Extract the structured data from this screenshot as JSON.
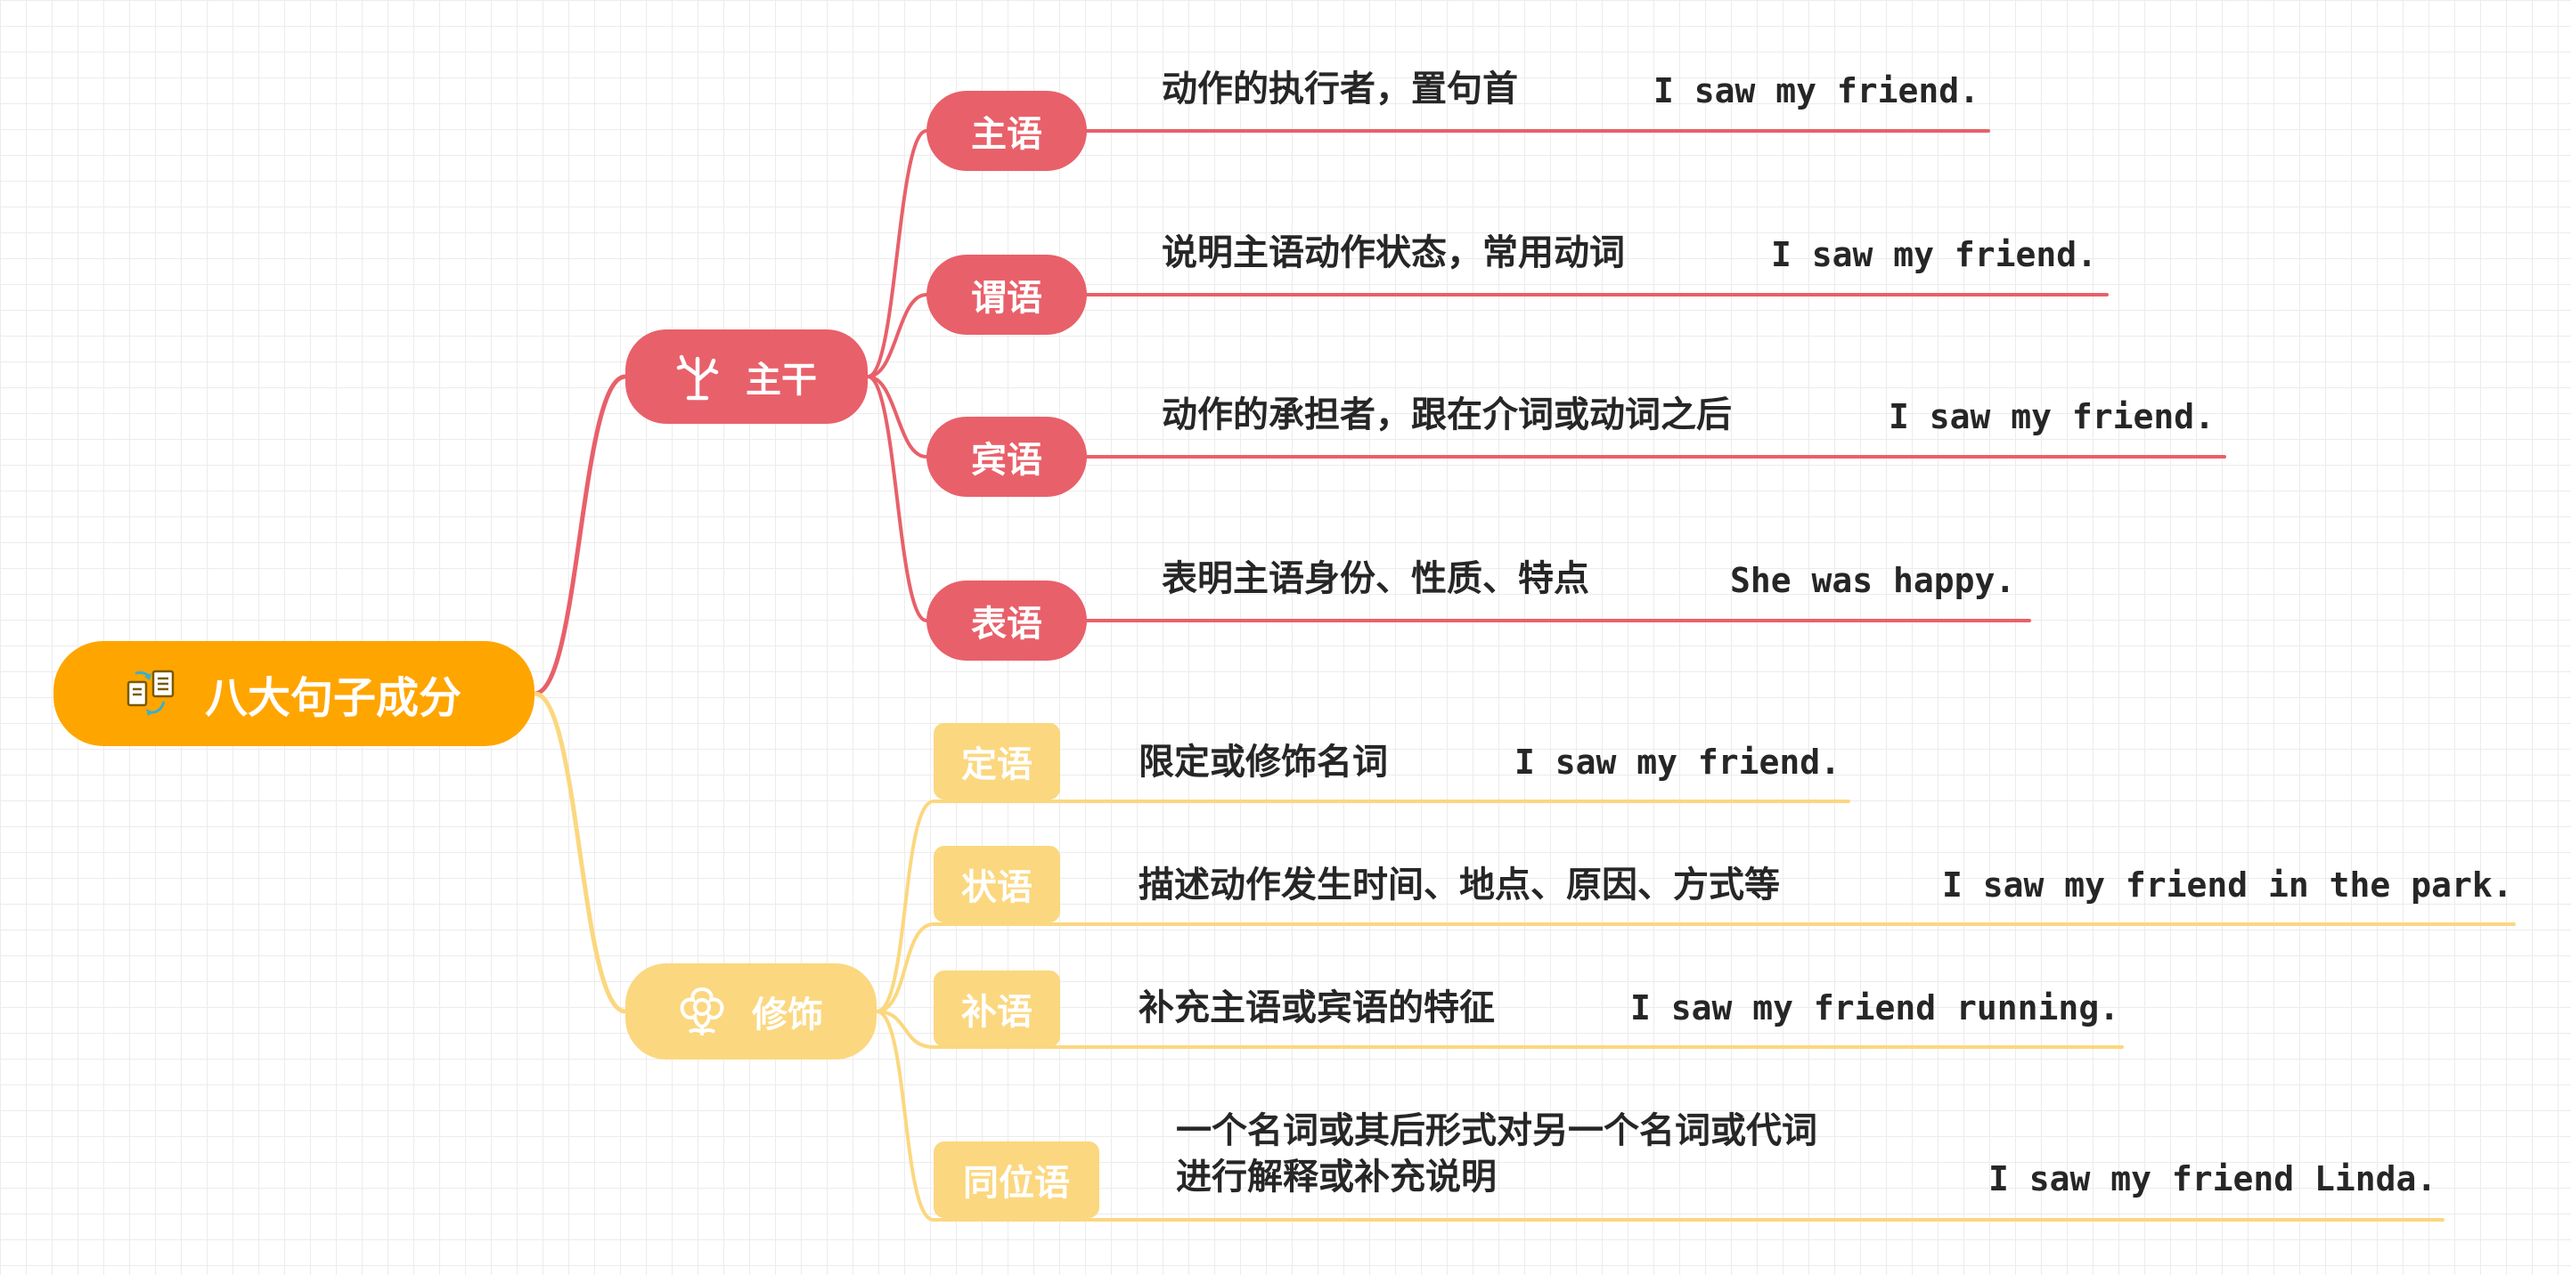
{
  "colors": {
    "root": "#FFA500",
    "trunk": "#E8606A",
    "modifier": "#FBD77F"
  },
  "root": {
    "label": "八大句子成分",
    "icon": "document-convert-icon"
  },
  "branches": [
    {
      "label": "主干",
      "icon": "tree-icon",
      "color": "#E8606A",
      "items": [
        {
          "label": "主语",
          "desc": [
            "动作的执行者，置句首"
          ],
          "example": "I saw my friend."
        },
        {
          "label": "谓语",
          "desc": [
            "说明主语动作状态，常用动词"
          ],
          "example": "I saw my friend."
        },
        {
          "label": "宾语",
          "desc": [
            "动作的承担者，跟在介词或动词之后"
          ],
          "example": "I saw my friend."
        },
        {
          "label": "表语",
          "desc": [
            "表明主语身份、性质、特点"
          ],
          "example": "She was happy."
        }
      ]
    },
    {
      "label": "修饰",
      "icon": "flower-icon",
      "color": "#FBD77F",
      "items": [
        {
          "label": "定语",
          "desc": [
            "限定或修饰名词"
          ],
          "example": "I saw my friend."
        },
        {
          "label": "状语",
          "desc": [
            "描述动作发生时间、地点、原因、方式等"
          ],
          "example": "I saw my friend in the park."
        },
        {
          "label": "补语",
          "desc": [
            "补充主语或宾语的特征"
          ],
          "example": "I saw my friend running."
        },
        {
          "label": "同位语",
          "desc": [
            "一个名词或其后形式对另一个名词或代词",
            "进行解释或补充说明"
          ],
          "example": "I saw my friend Linda."
        }
      ]
    }
  ]
}
